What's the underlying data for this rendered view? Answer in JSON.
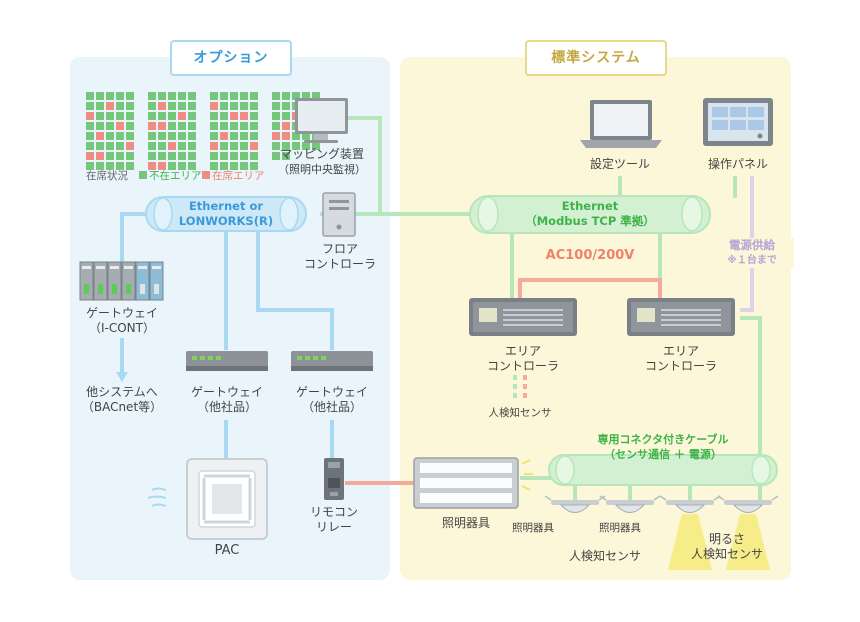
{
  "sections": {
    "option": {
      "title": "オプション"
    },
    "standard": {
      "title": "標準システム"
    }
  },
  "colors": {
    "option_bg": "#e9f5fb",
    "standard_bg": "#fbf7d8",
    "blue_line": "#a9d9f2",
    "green_line": "#b6e6ba",
    "red_line": "#f4ab9b",
    "green_text": "#3db34a",
    "blue_text": "#3a9ad9",
    "red_text": "#f0826b",
    "purple_text": "#b8a4d6",
    "vacant": "#75c77b",
    "occupied": "#f08c86"
  },
  "occupancy_map": {
    "legend_status": "在席状況",
    "legend_vacant": "不在エリア",
    "legend_occupied": "在席エリア"
  },
  "nodes": {
    "mapping_device": {
      "line1": "マッピング装置",
      "line2": "（照明中央監視）"
    },
    "floor_controller": {
      "line1": "フロア",
      "line2": "コントローラ"
    },
    "gateway_icont": {
      "line1": "ゲートウェイ",
      "line2": "（I-CONT）"
    },
    "other_system": {
      "line1": "他システムへ",
      "line2": "（BACnet等）"
    },
    "gateway_other_1": {
      "line1": "ゲートウェイ",
      "line2": "（他社品）"
    },
    "gateway_other_2": {
      "line1": "ゲートウェイ",
      "line2": "（他社品）"
    },
    "pac": {
      "label": "PAC"
    },
    "remote_relay": {
      "line1": "リモコン",
      "line2": "リレー"
    },
    "setting_tool": {
      "label": "設定ツール"
    },
    "control_panel": {
      "label": "操作パネル"
    },
    "area_controller_1": {
      "line1": "エリア",
      "line2": "コントローラ"
    },
    "area_controller_2": {
      "line1": "エリア",
      "line2": "コントローラ"
    },
    "motion_sensor_ac": {
      "label": "人検知センサ"
    },
    "lighting_fixture_main": {
      "label": "照明器具"
    },
    "lighting_fixture_a": {
      "label": "照明器具"
    },
    "lighting_fixture_b": {
      "label": "照明器具"
    },
    "motion_sensors": {
      "label": "人検知センサ"
    },
    "brightness_sensor": {
      "line1": "明るさ",
      "line2": "人検知センサ"
    }
  },
  "networks": {
    "option_bus": {
      "line1": "Ethernet or",
      "line2": "LONWORKS(R)"
    },
    "standard_bus": {
      "line1": "Ethernet",
      "line2": "（Modbus TCP 準拠）"
    },
    "power_ac": {
      "label": "AC100/200V"
    },
    "power_supply": {
      "line1": "電源供給",
      "line2": "※１台まで"
    },
    "cable": {
      "line1": "専用コネクタ付きケーブル",
      "line2": "（センサ通信 ＋ 電源）"
    }
  }
}
